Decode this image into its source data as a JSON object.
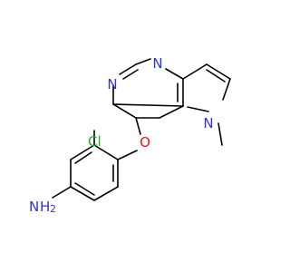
{
  "atoms": {
    "n_pyrimidine_top": "N",
    "n_pyrimidine_left": "N",
    "n_pyrrole": "N",
    "oxygen": "O",
    "chlorine": "Cl",
    "amine_n": "N",
    "amine_h": "H",
    "amine_h_count": "2"
  },
  "colors": {
    "nitrogen": "#3333cc",
    "oxygen": "#ff0d0d",
    "chlorine": "#1fb31f",
    "bond": "#000000",
    "background": "#ffffff"
  }
}
